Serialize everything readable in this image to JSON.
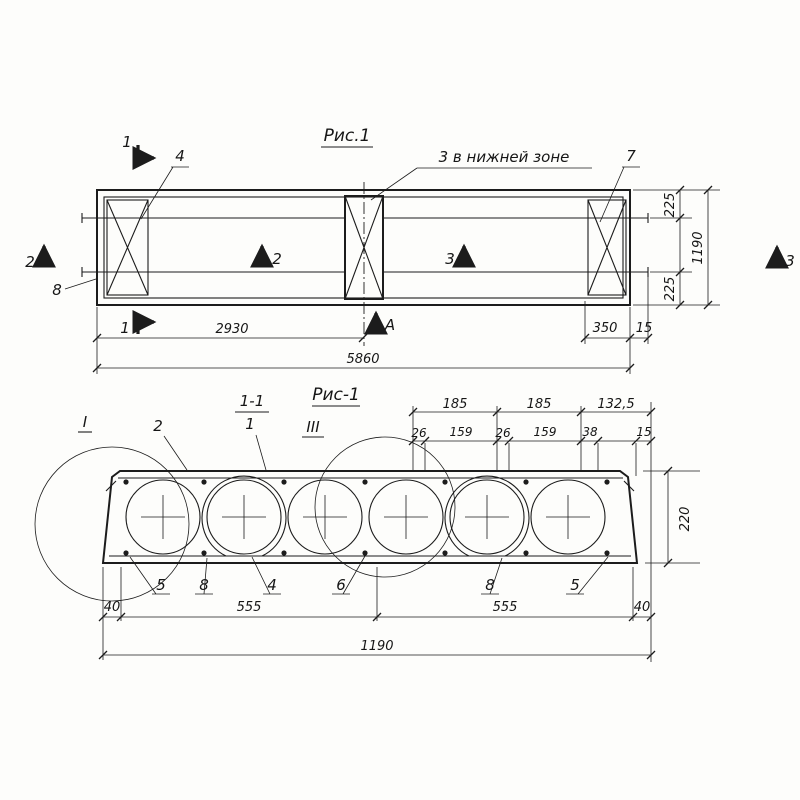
{
  "fig1": {
    "title": "Рис.1",
    "labels": {
      "sec1_top": "1",
      "sec1_bottom": "1",
      "sec2_left": "2",
      "sec2_mid": "2",
      "sec3_mid": "3",
      "sec3_right": "3",
      "view_a": "А",
      "pos4": "4",
      "pos3_zone": "3 в нижней зоне",
      "pos7": "7",
      "pos8": "8"
    },
    "dims": {
      "half": "2930",
      "full": "5860",
      "d350": "350",
      "d15": "15",
      "top225": "225",
      "bot225": "225",
      "width": "1190"
    }
  },
  "section": {
    "title": "Рис-1",
    "mark": "1-1",
    "mark_sheet": "1",
    "detail_i": "I",
    "detail_iii": "III",
    "labels": {
      "pos2": "2",
      "pos5_left": "5",
      "pos8_left": "8",
      "pos4": "4",
      "pos6": "6",
      "pos8_right": "8",
      "pos5_right": "5"
    },
    "dims": {
      "a185": "185",
      "b185": "185",
      "c1325": "132,5",
      "a26": "26",
      "a159": "159",
      "b26": "26",
      "b159": "159",
      "d38": "38",
      "d15": "15",
      "l40": "40",
      "a555": "555",
      "b555": "555",
      "r40": "40",
      "width": "1190",
      "height": "220"
    }
  }
}
